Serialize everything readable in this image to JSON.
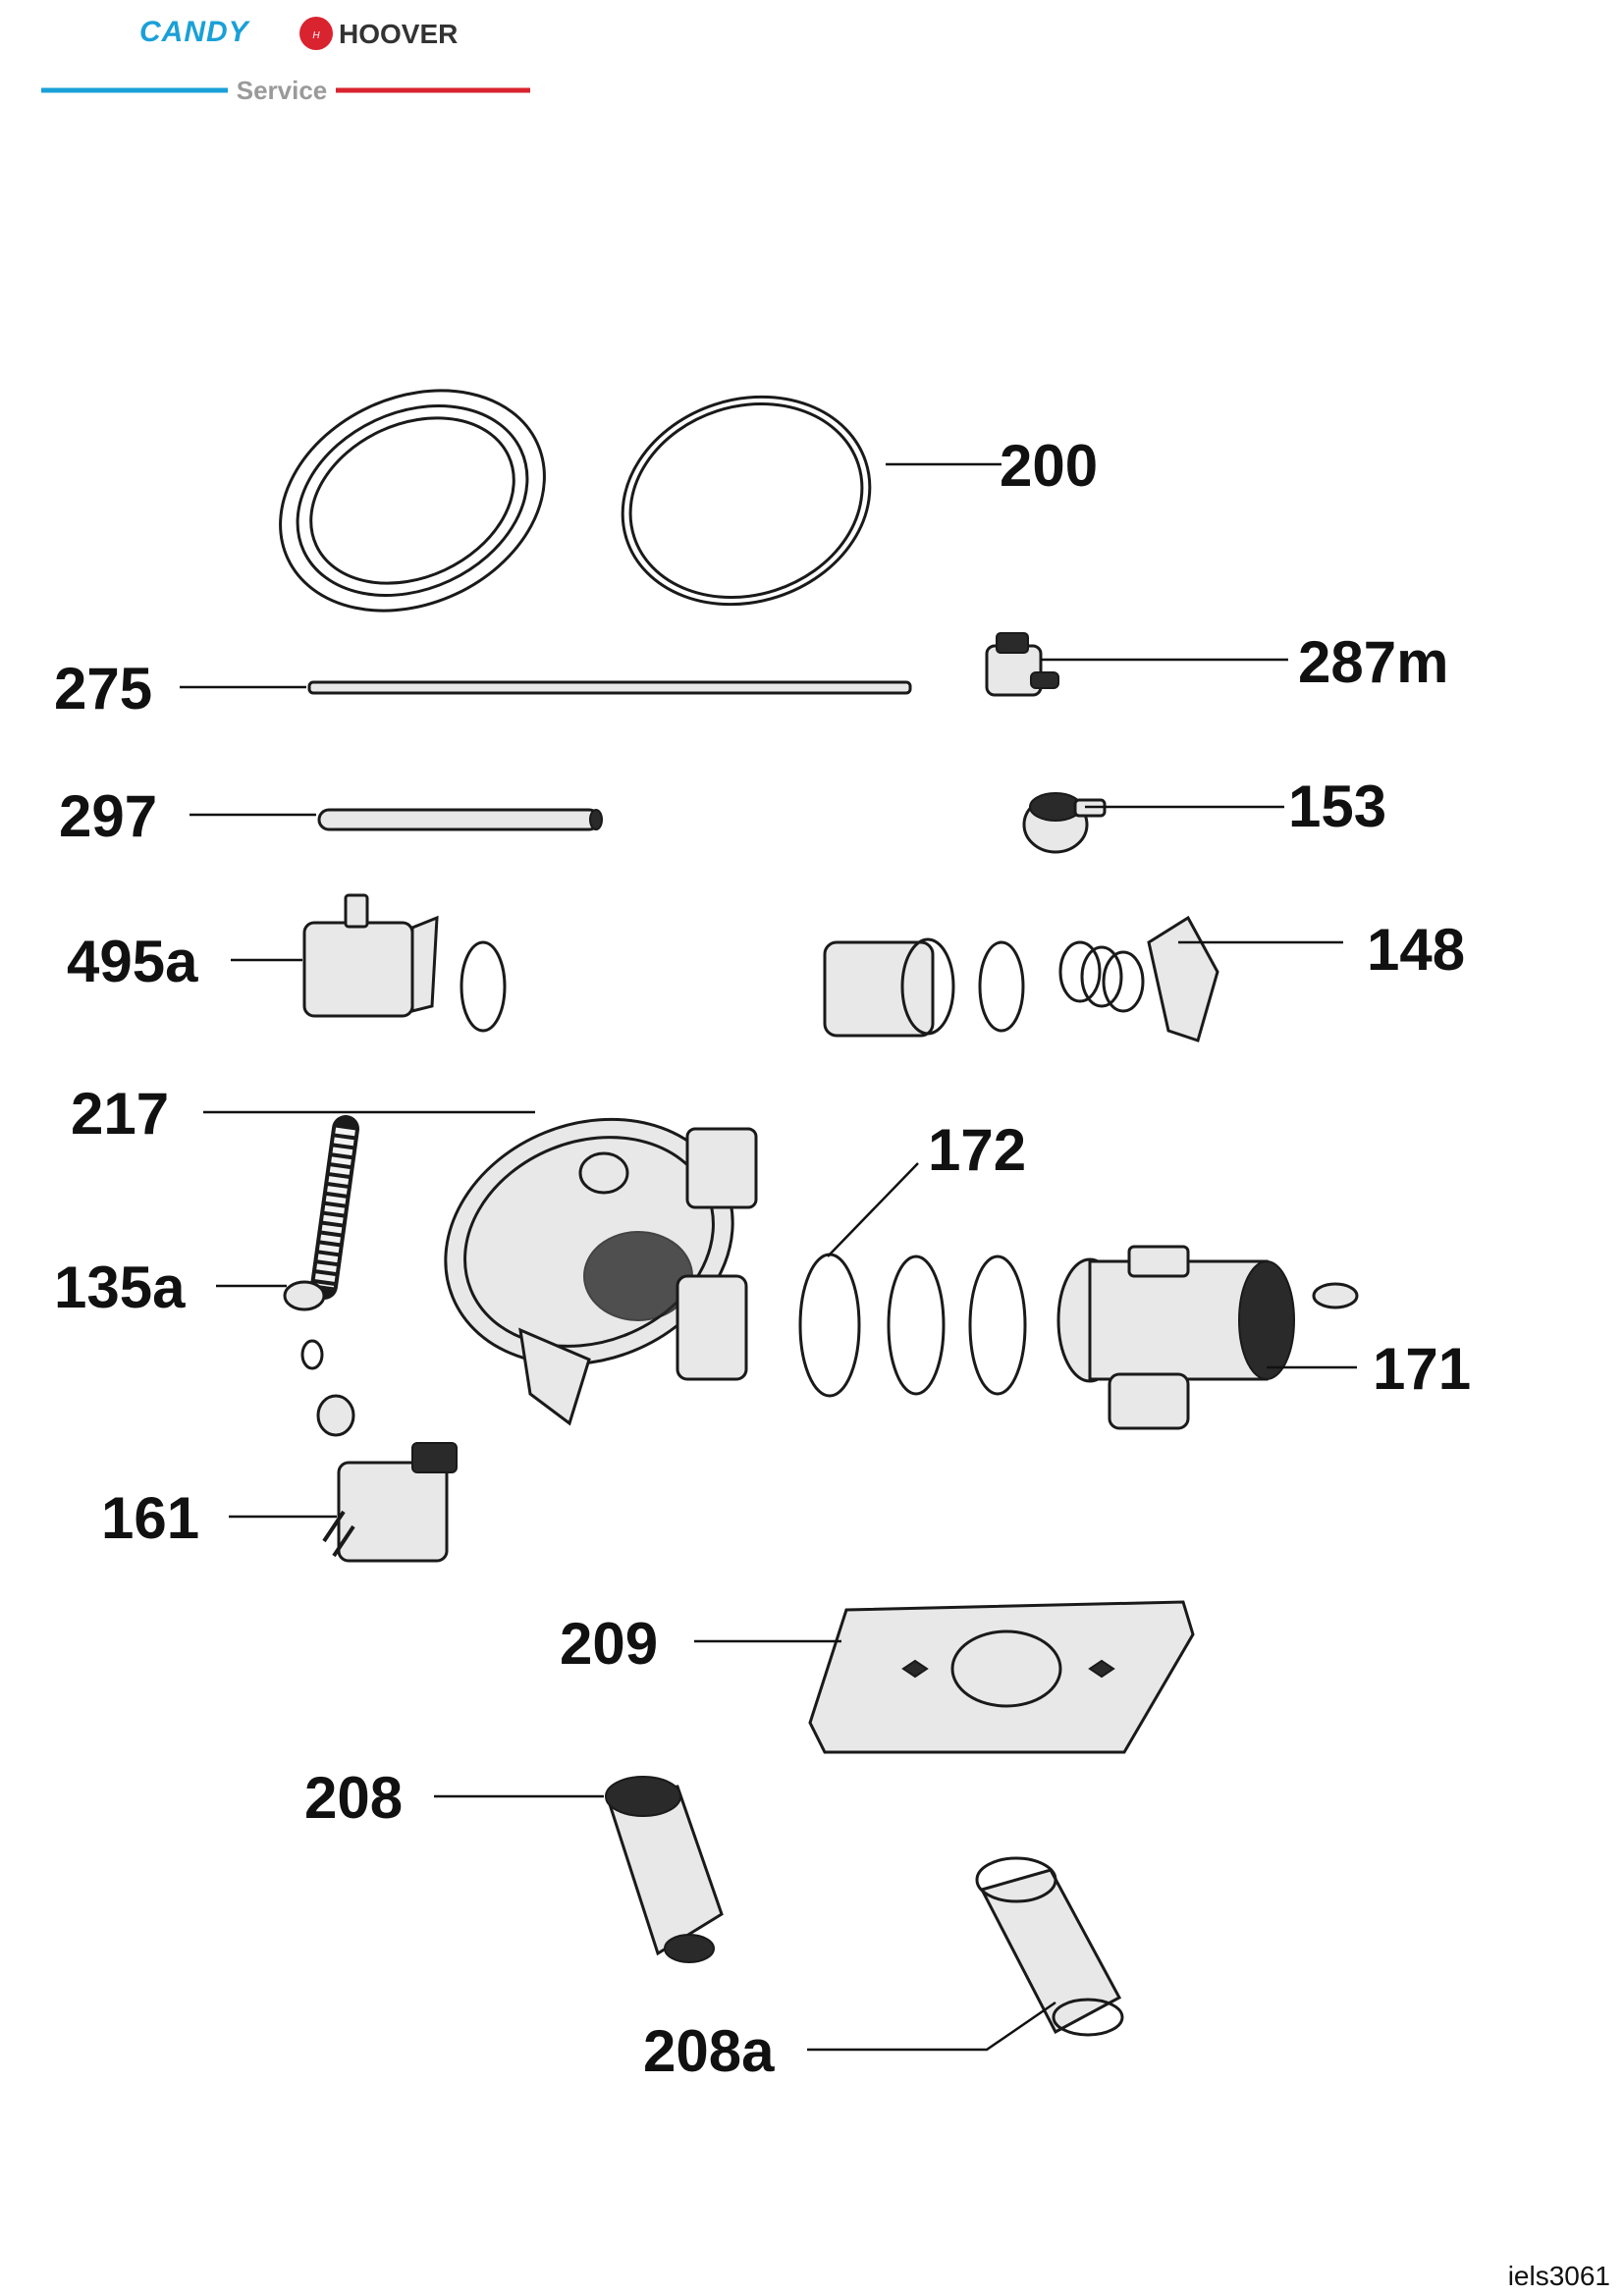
{
  "header": {
    "brand_left": "CANDY",
    "brand_right": "HOOVER",
    "service_label": "Service",
    "colors": {
      "candy": "#1aa0d8",
      "hoover": "#d9232e",
      "service_line_left": "#1aa0d8",
      "service_line_right": "#d9232e"
    }
  },
  "callouts": [
    {
      "id": "200",
      "label": "200"
    },
    {
      "id": "275",
      "label": "275"
    },
    {
      "id": "287m",
      "label": "287m"
    },
    {
      "id": "297",
      "label": "297"
    },
    {
      "id": "153",
      "label": "153"
    },
    {
      "id": "495a",
      "label": "495a"
    },
    {
      "id": "148",
      "label": "148"
    },
    {
      "id": "217",
      "label": "217"
    },
    {
      "id": "172",
      "label": "172"
    },
    {
      "id": "135a",
      "label": "135a"
    },
    {
      "id": "171",
      "label": "171"
    },
    {
      "id": "161",
      "label": "161"
    },
    {
      "id": "209",
      "label": "209"
    },
    {
      "id": "208",
      "label": "208"
    },
    {
      "id": "208a",
      "label": "208a"
    }
  ],
  "footer": {
    "doc_id": "iels3061"
  }
}
